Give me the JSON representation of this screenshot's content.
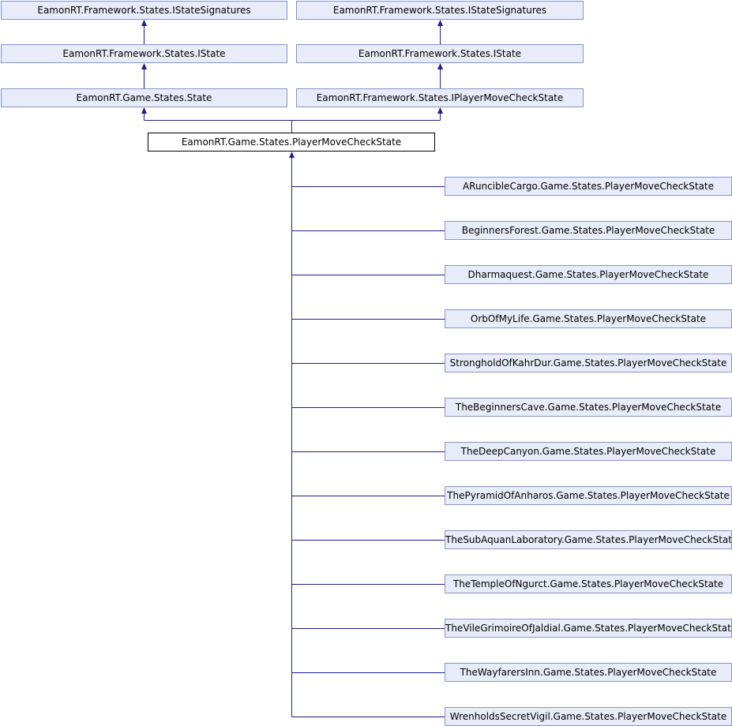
{
  "diagram": {
    "colors": {
      "edge": "#1e1e8c",
      "node_fill": "#e8ecf8",
      "node_border": "#8494c8",
      "current_fill": "#ffffff",
      "current_border": "#000000"
    },
    "bases": [
      {
        "signatures": "EamonRT.Framework.States.IStateSignatures",
        "interface": "EamonRT.Framework.States.IState",
        "direct": "EamonRT.Game.States.State"
      },
      {
        "signatures": "EamonRT.Framework.States.IStateSignatures",
        "interface": "EamonRT.Framework.States.IState",
        "direct": "EamonRT.Framework.States.IPlayerMoveCheckState"
      }
    ],
    "current": "EamonRT.Game.States.PlayerMoveCheckState",
    "derived": [
      "ARuncibleCargo.Game.States.PlayerMoveCheckState",
      "BeginnersForest.Game.States.PlayerMoveCheckState",
      "Dharmaquest.Game.States.PlayerMoveCheckState",
      "OrbOfMyLife.Game.States.PlayerMoveCheckState",
      "StrongholdOfKahrDur.Game.States.PlayerMoveCheckState",
      "TheBeginnersCave.Game.States.PlayerMoveCheckState",
      "TheDeepCanyon.Game.States.PlayerMoveCheckState",
      "ThePyramidOfAnharos.Game.States.PlayerMoveCheckState",
      "TheSubAquanLaboratory.Game.States.PlayerMoveCheckState",
      "TheTempleOfNgurct.Game.States.PlayerMoveCheckState",
      "TheVileGrimoireOfJaldial.Game.States.PlayerMoveCheckState",
      "TheWayfarersInn.Game.States.PlayerMoveCheckState",
      "WrenholdsSecretVigil.Game.States.PlayerMoveCheckState"
    ]
  }
}
